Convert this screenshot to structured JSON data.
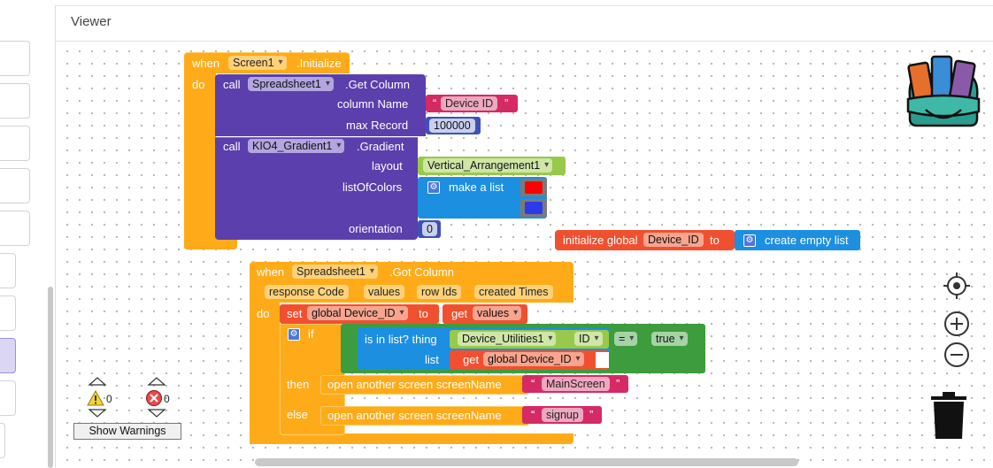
{
  "viewer": {
    "title": "Viewer"
  },
  "warnings": {
    "warn_count": "0",
    "error_count": "0",
    "show_warnings_label": "Show Warnings"
  },
  "blocks": {
    "init": {
      "when": "when",
      "component": "Screen1",
      "event": ".Initialize",
      "do": "do",
      "call1": "call",
      "comp1": "Spreadsheet1",
      "method1": ".Get Column",
      "column_name": "column Name",
      "device_id_str": "Device ID",
      "max_record": "max Record",
      "max_record_val": "100000",
      "call2": "call",
      "comp2": "KIO4_Gradient1",
      "method2": ".Gradient",
      "layout": "layout",
      "layout_val": "Vertical_Arrangement1",
      "list_of_colors": "listOfColors",
      "make_a_list": "make a list",
      "color1": "#ff0000",
      "color2": "#2c3ae8",
      "orientation": "orientation",
      "orientation_val": "0"
    },
    "global": {
      "initialize_global": "initialize global",
      "var_name": "Device_ID",
      "to": "to",
      "create_empty_list": "create empty list"
    },
    "got": {
      "when": "when",
      "component": "Spreadsheet1",
      "event": ".Got Column",
      "params": [
        "response Code",
        "values",
        "row Ids",
        "created Times"
      ],
      "do": "do",
      "set": "set",
      "set_var": "global Device_ID",
      "to": "to",
      "get": "get",
      "get_var": "values",
      "if": "if",
      "is_in_list": "is in list? thing",
      "du_comp": "Device_Utilities1",
      "du_prop": "ID",
      "eq": "=",
      "true_val": "true",
      "list": "list",
      "get2": "get",
      "get2_var": "global Device_ID",
      "then": "then",
      "open_screen1": "open another screen  screenName",
      "screen1": "MainScreen",
      "else": "else",
      "open_screen2": "open another screen  screenName",
      "screen2": "signup"
    }
  },
  "colors": {
    "orange": "#ffab19",
    "purple": "#5b3fac",
    "pink": "#d52a63",
    "blue": "#1c8fe0",
    "green": "#6bb33b",
    "lime": "#98c94a",
    "red": "#f05030",
    "darkgreen": "#3d9c3d",
    "teal": "#4a6cd4"
  }
}
